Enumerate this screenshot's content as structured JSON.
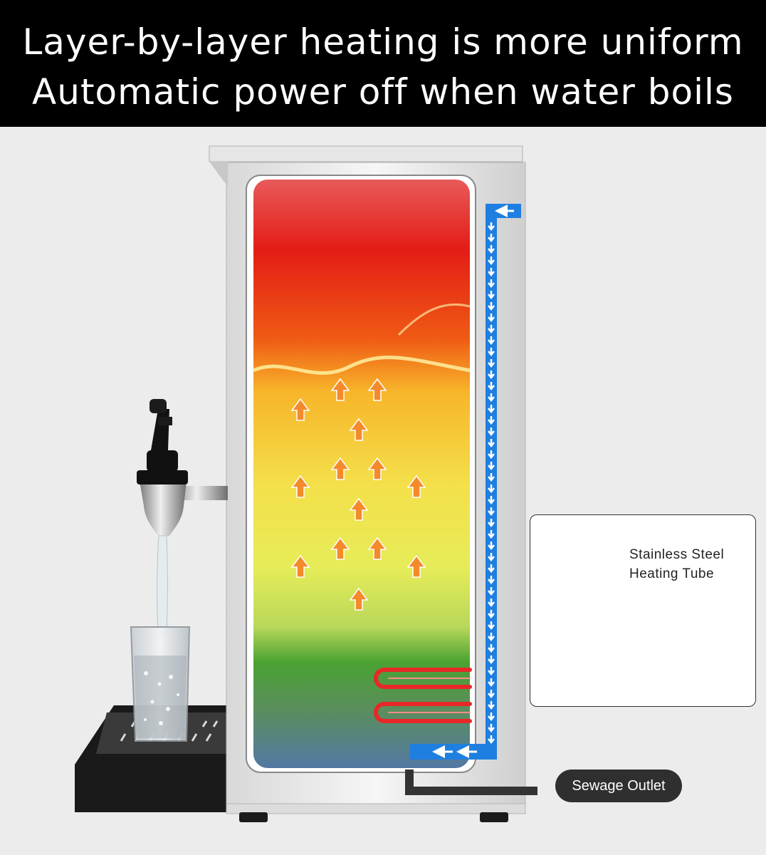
{
  "banner": {
    "line1": "Layer-by-layer heating is more uniform",
    "line2": "Automatic power off when water boils"
  },
  "callouts": {
    "heating_tube": [
      "Stainless Steel",
      "Heating Tube"
    ],
    "sewage_outlet": "Sewage Outlet"
  },
  "colors": {
    "hot": "#e81414",
    "warm": "#f5c61a",
    "cool": "#3a9a2c",
    "cold": "#5a84b0",
    "arrow": "#f28a2a",
    "flow": "#1f7fe0",
    "element": "#e82828"
  }
}
